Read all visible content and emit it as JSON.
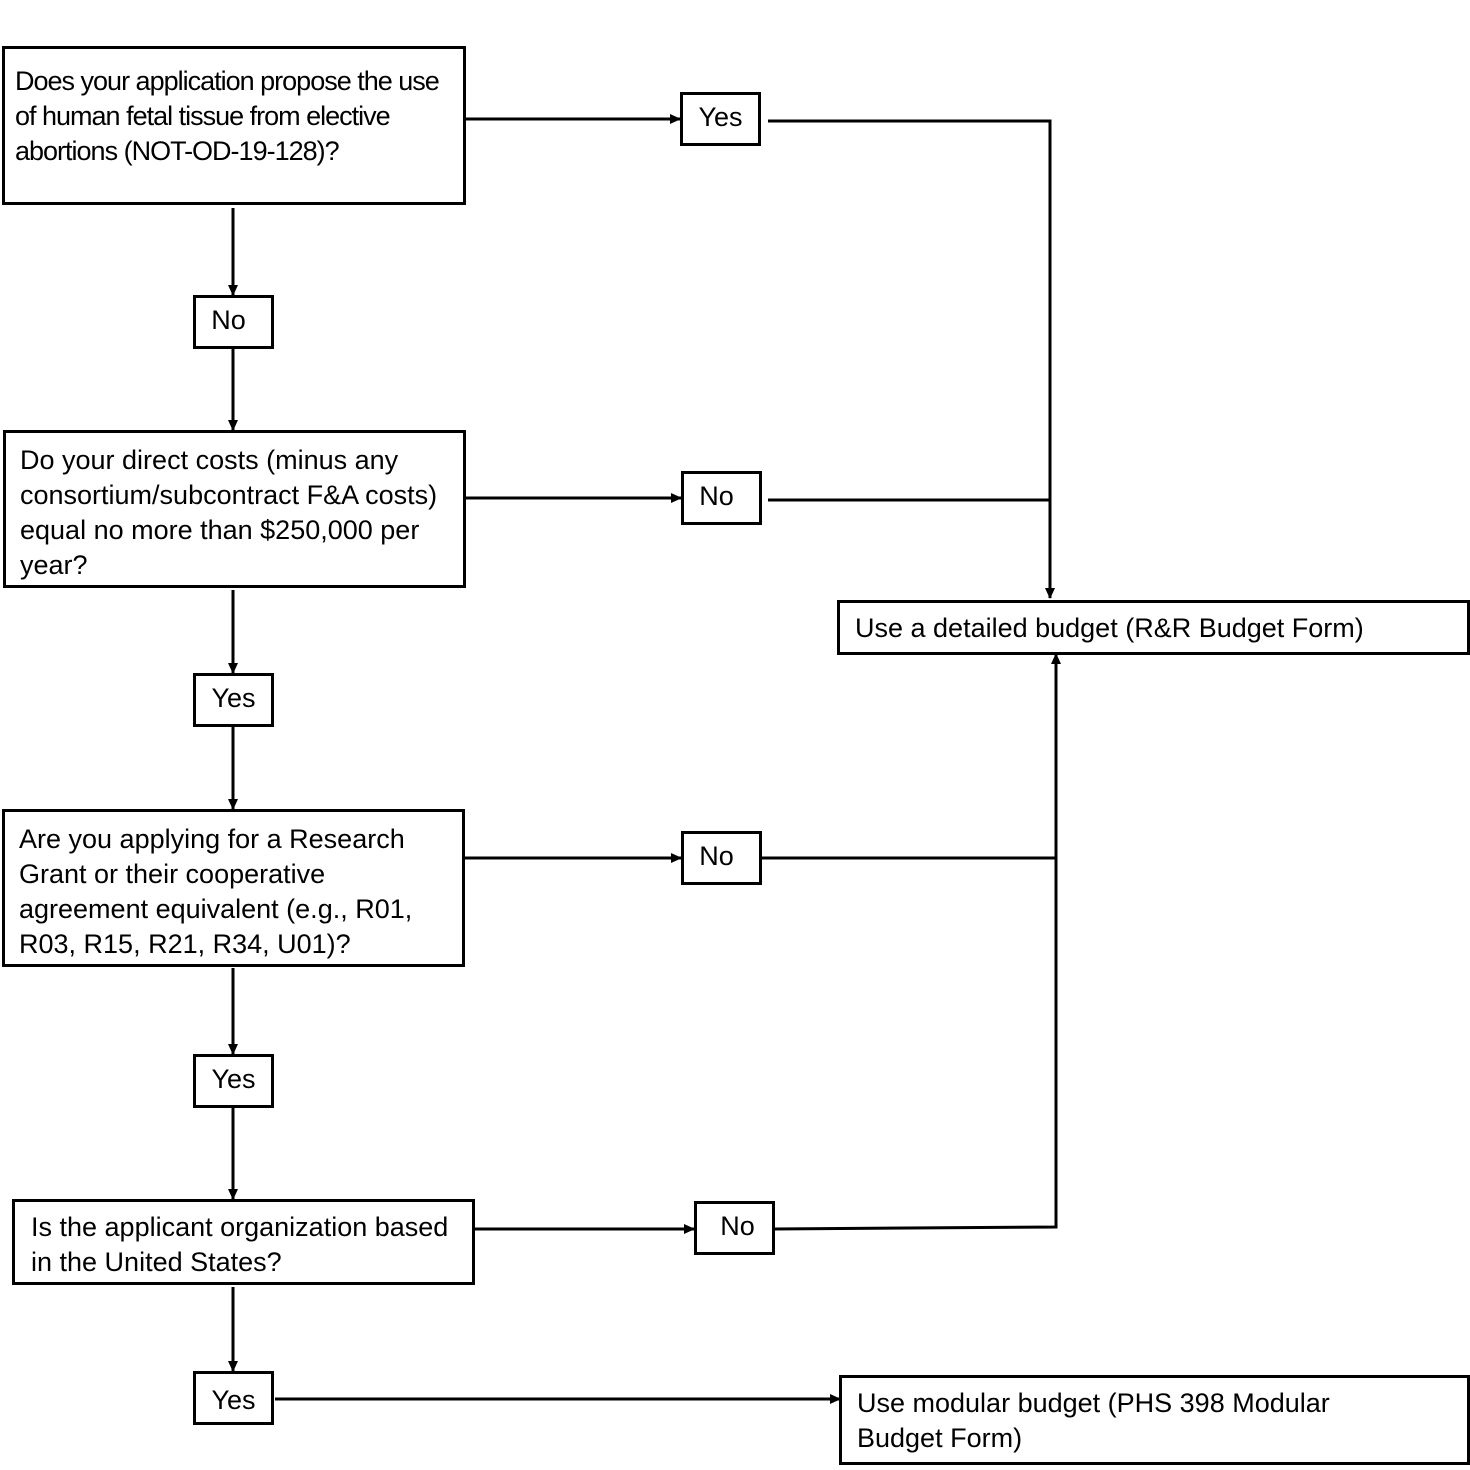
{
  "questions": {
    "q1": "Does your application propose the use of human fetal tissue from elective abortions (NOT-OD-19-128)?",
    "q2": "Do your direct costs (minus any consortium/subcontract F&A costs) equal no more than $250,000 per year?",
    "q3": "Are you applying for a Research Grant or their cooperative agreement equivalent (e.g., R01, R03, R15, R21, R34, U01)?",
    "q4": "Is the applicant organization based in the United States?"
  },
  "labels": {
    "q1_yes": "Yes",
    "q1_no": "No",
    "q2_no": "No",
    "q2_yes": "Yes",
    "q3_no": "No",
    "q3_yes": "Yes",
    "q4_no": "No",
    "q4_yes": "Yes"
  },
  "outcomes": {
    "detailed": "Use a detailed budget (R&R Budget Form)",
    "modular": "Use modular budget (PHS 398 Modular Budget Form)"
  },
  "colors": {
    "line": "#000000",
    "box_fill": "#ffffff"
  }
}
